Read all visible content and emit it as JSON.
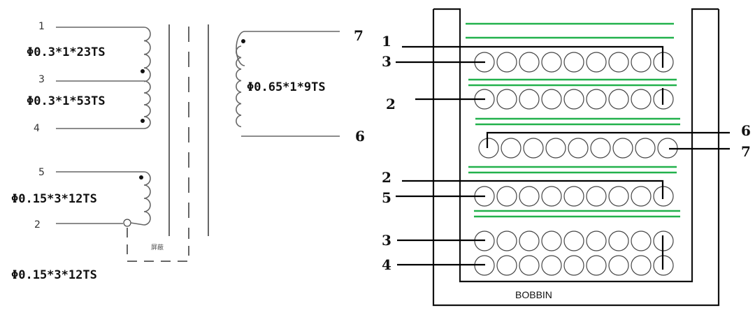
{
  "schematic": {
    "primary_pins": [
      "1",
      "3",
      "4"
    ],
    "aux_pins": [
      "5",
      "2"
    ],
    "secondary_pins": [
      "7",
      "6"
    ],
    "specs": {
      "w1": "Φ0.3*1*23TS",
      "w2": "Φ0.3*1*53TS",
      "aux": "Φ0.15*3*12TS",
      "shield": "Φ0.15*3*12TS",
      "secondary": "Φ0.65*1*9TS"
    },
    "shield_label": "屏蔽"
  },
  "layers": {
    "bobbin_label": "BOBBIN",
    "left_pins": [
      "1",
      "3",
      "2",
      "2",
      "5",
      "3",
      "4"
    ],
    "right_pins": [
      "6",
      "7"
    ]
  },
  "colors": {
    "tape": "#22b14c",
    "wire": "#666666",
    "lead": "#000000"
  }
}
